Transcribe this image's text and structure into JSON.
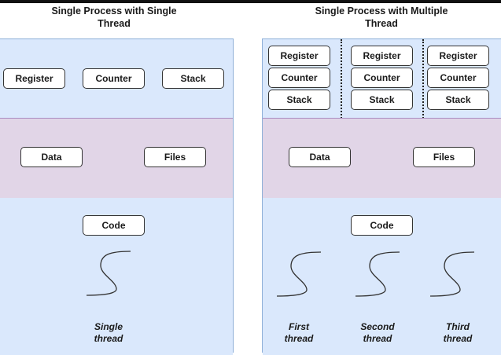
{
  "left_panel": {
    "title": "Single Process with Single Thread",
    "title_line1": "Single Process with Single",
    "title_line2": "Thread",
    "thread_section": {
      "register": "Register",
      "counter": "Counter",
      "stack": "Stack"
    },
    "shared_section": {
      "data": "Data",
      "files": "Files"
    },
    "code_section": {
      "code": "Code",
      "caption_line1": "Single",
      "caption_line2": "thread"
    }
  },
  "right_panel": {
    "title": "Single Process with Multiple Thread",
    "title_line1": "Single Process with Multiple",
    "title_line2": "Thread",
    "threads": [
      {
        "register": "Register",
        "counter": "Counter",
        "stack": "Stack",
        "caption_line1": "First",
        "caption_line2": "thread"
      },
      {
        "register": "Register",
        "counter": "Counter",
        "stack": "Stack",
        "caption_line1": "Second",
        "caption_line2": "thread"
      },
      {
        "register": "Register",
        "counter": "Counter",
        "stack": "Stack",
        "caption_line1": "Third",
        "caption_line2": "thread"
      }
    ],
    "shared_section": {
      "data": "Data",
      "files": "Files"
    },
    "code_section": {
      "code": "Code"
    }
  },
  "colors": {
    "thread_band": "#dae8fc",
    "shared_band": "#e1d5e7",
    "code_band": "#dae8fc",
    "box_fill": "#ffffff",
    "box_border": "#333333"
  }
}
